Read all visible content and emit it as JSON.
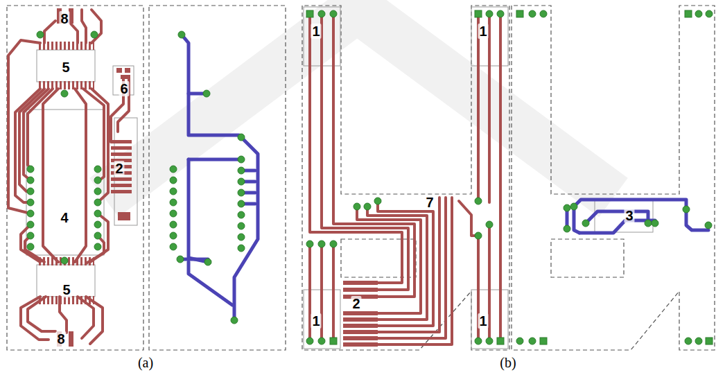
{
  "diagram": {
    "labels": [
      "8",
      "5",
      "6",
      "2",
      "4",
      "5",
      "8",
      "(a)",
      "1",
      "1",
      "7",
      "2",
      "1",
      "1",
      "3",
      "(b)"
    ]
  }
}
